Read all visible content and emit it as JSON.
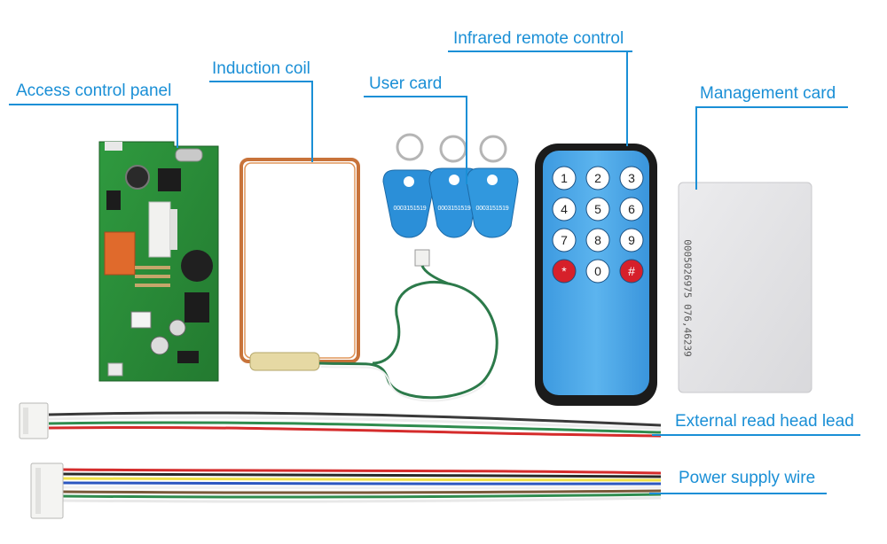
{
  "labels": {
    "access_control_panel": "Access control panel",
    "induction_coil": "Induction coil",
    "user_card": "User card",
    "infrared_remote_control": "Infrared remote control",
    "management_card": "Management card",
    "external_read_head_lead": "External read head lead",
    "power_supply_wire": "Power supply wire"
  },
  "fob_text": "0003151519",
  "card_text": "0005026975 076,46239",
  "remote_keys": [
    "1",
    "2",
    "3",
    "4",
    "5",
    "6",
    "7",
    "8",
    "9",
    "*",
    "0",
    "#"
  ],
  "colors": {
    "callout": "#1a8fd6",
    "pcb_green": "#2e8b3a",
    "fob_blue": "#2b8fd8",
    "remote_blue": "#4aa8e8",
    "card_grey": "#e4e4e6",
    "coil_copper": "#c8733a"
  }
}
